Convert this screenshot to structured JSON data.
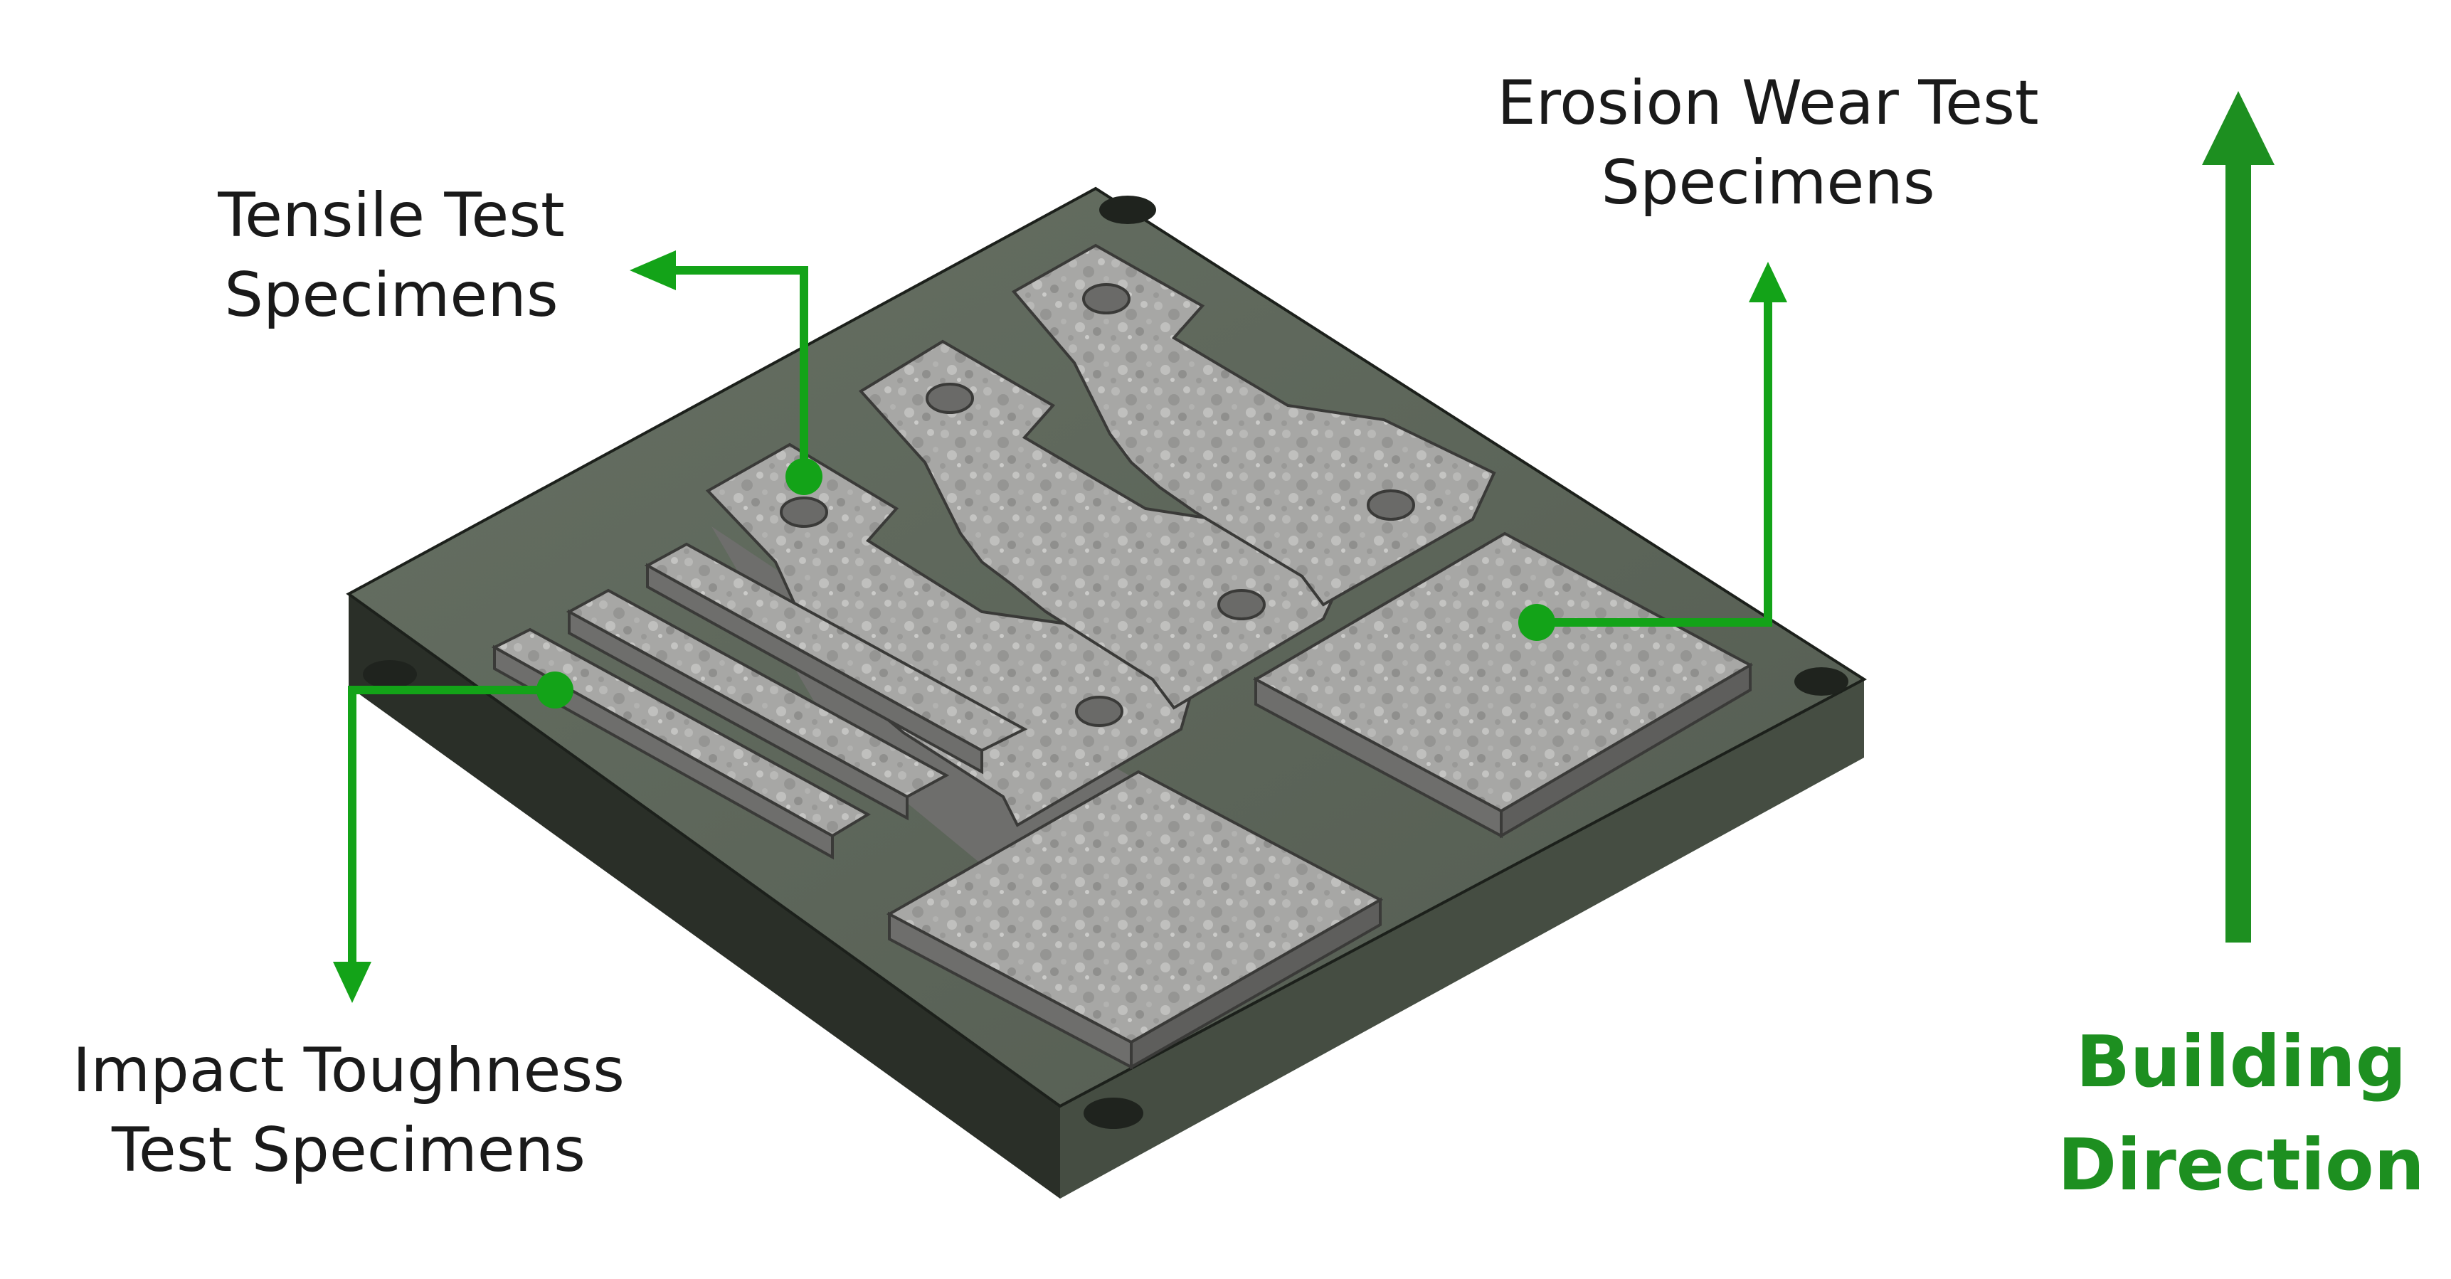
{
  "labels": {
    "tensile": {
      "line1": "Tensile Test",
      "line2": "Specimens"
    },
    "erosion": {
      "line1": "Erosion Wear Test",
      "line2": "Specimens"
    },
    "impact": {
      "line1": "Impact Toughness",
      "line2": "Test Specimens"
    },
    "building": {
      "line1": "Building",
      "line2": "Direction"
    }
  },
  "colors": {
    "annotation_green": "#13a318",
    "build_green": "#1d8f20",
    "plate_top": "#5b6358",
    "plate_side_dark": "#2a2f28",
    "plate_side_mid": "#454d42",
    "specimen_top": "#a9a9a7",
    "specimen_side": "#6e6e6c",
    "label_text": "#1a1a1a"
  }
}
